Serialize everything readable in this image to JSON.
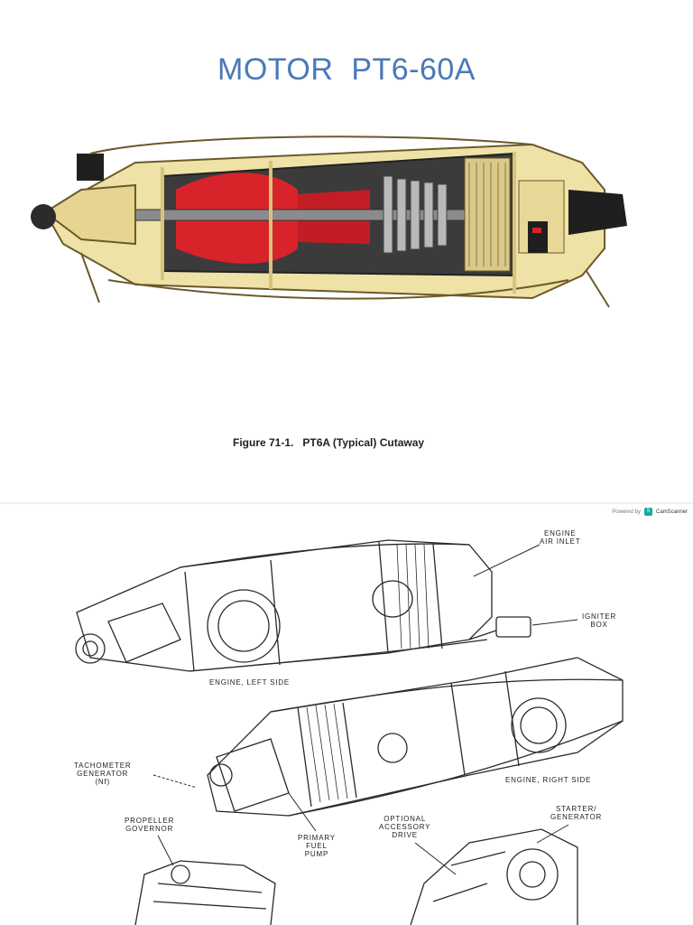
{
  "title": "MOTOR  PT6-60A",
  "figure_caption": "Figure 71-1.   PT6A (Typical) Cutaway",
  "watermark": {
    "powered_by": "Powered by",
    "brand": "CamScanner",
    "logo_glyph": "S"
  },
  "callouts": {
    "engine_air_inlet": "ENGINE\nAIR INLET",
    "igniter_box": "IGNITER\nBOX",
    "engine_left_side": "ENGINE, LEFT SIDE",
    "engine_right_side": "ENGINE, RIGHT SIDE",
    "tachometer_generator": "TACHOMETER\nGENERATOR\n(Nf)",
    "propeller_governor": "PROPELLER\nGOVERNOR",
    "primary_fuel_pump": "PRIMARY\nFUEL\nPUMP",
    "optional_accessory_drive": "OPTIONAL\nACCESSORY\nDRIVE",
    "starter_generator": "STARTER/\nGENERATOR"
  },
  "colors": {
    "title_blue": "#4a79b8",
    "cutaway_red": "#d8232a",
    "casing_cream": "#efe2a6",
    "line_art": "#2a2a2a"
  }
}
